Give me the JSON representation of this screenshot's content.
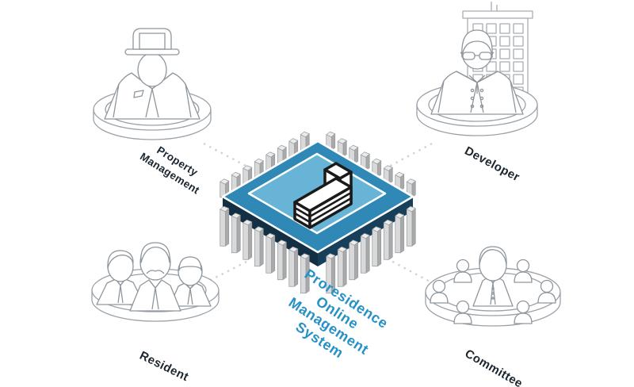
{
  "title": {
    "lines": [
      "Proresidence",
      "Online",
      "Management",
      "System"
    ],
    "color": "#2591c6"
  },
  "nodes": {
    "property_management": {
      "label_line1": "Property",
      "label_line2": "Management",
      "icon": "property-manager-icon"
    },
    "developer": {
      "label": "Developer",
      "icon": "developer-with-building-icon"
    },
    "resident": {
      "label": "Resident",
      "icon": "resident-group-icon"
    },
    "committee": {
      "label": "Committee",
      "icon": "committee-group-icon"
    }
  },
  "center_chip": {
    "icon": "processor-chip-icon",
    "logo": "isometric-buildings-logo-icon"
  },
  "colors": {
    "chip_top": "#2f88b5",
    "chip_inner": "#68b4d7",
    "chip_side_left": "#122f43",
    "chip_side_right": "#173f5a",
    "pin_light": "#d9d9d9",
    "pin_dark": "#a9a9a9",
    "pin_cap": "#ececec",
    "connector": "#cdd2d6",
    "label_text": "#1c2630",
    "accent_text": "#2591c6",
    "line_art": "#8f969d"
  }
}
